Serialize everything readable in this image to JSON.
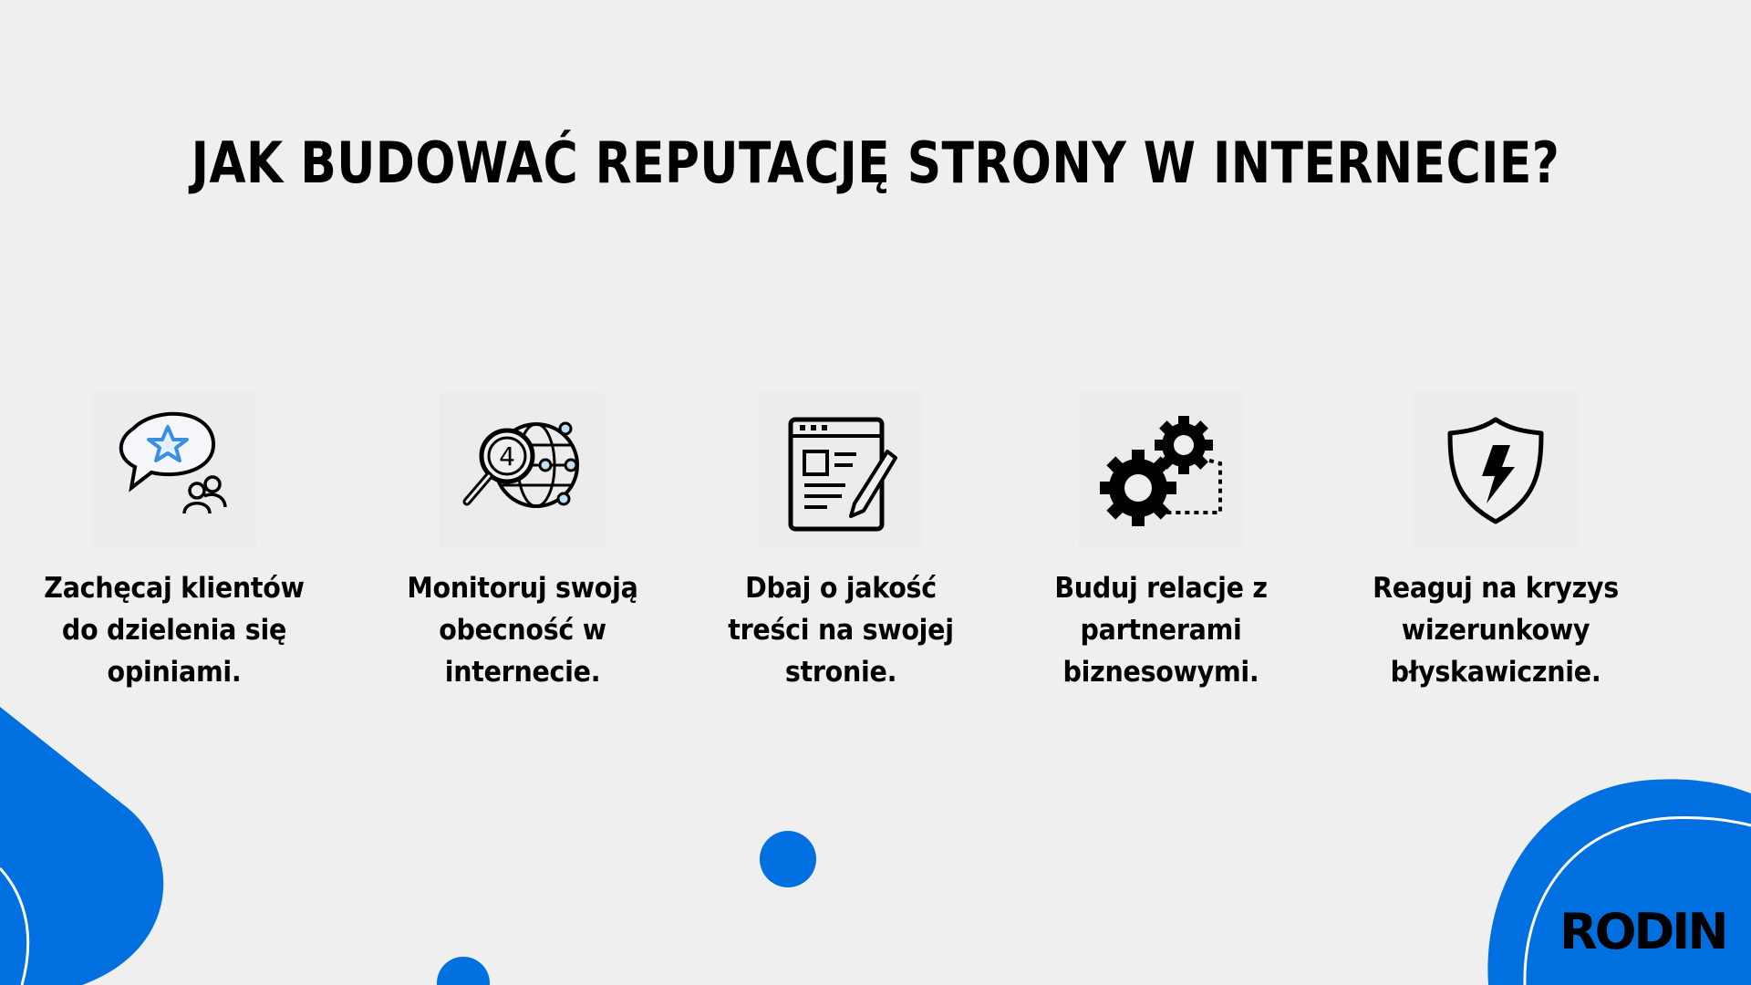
{
  "title": "JAK BUDOWAĆ REPUTACJĘ STRONY W INTERNECIE?",
  "colors": {
    "background": "#efefef",
    "accent": "#0070e0",
    "text": "#000000",
    "icon_accent": "#3a8fe0"
  },
  "cards": [
    {
      "icon": "speech-bubble-star-people-icon",
      "label": "Zachęcaj klientów do dzielenia się opiniami."
    },
    {
      "icon": "magnifier-globe-network-icon",
      "label": "Monitoruj swoją obecność w internecie."
    },
    {
      "icon": "document-pencil-icon",
      "label": "Dbaj o jakość treści na swojej stronie."
    },
    {
      "icon": "gears-icon",
      "label": "Buduj relacje z partnerami biznesowymi."
    },
    {
      "icon": "shield-lightning-icon",
      "label": "Reaguj na kryzys wizerunkowy błyskawicznie."
    }
  ],
  "logo": {
    "text": "RODIN"
  }
}
